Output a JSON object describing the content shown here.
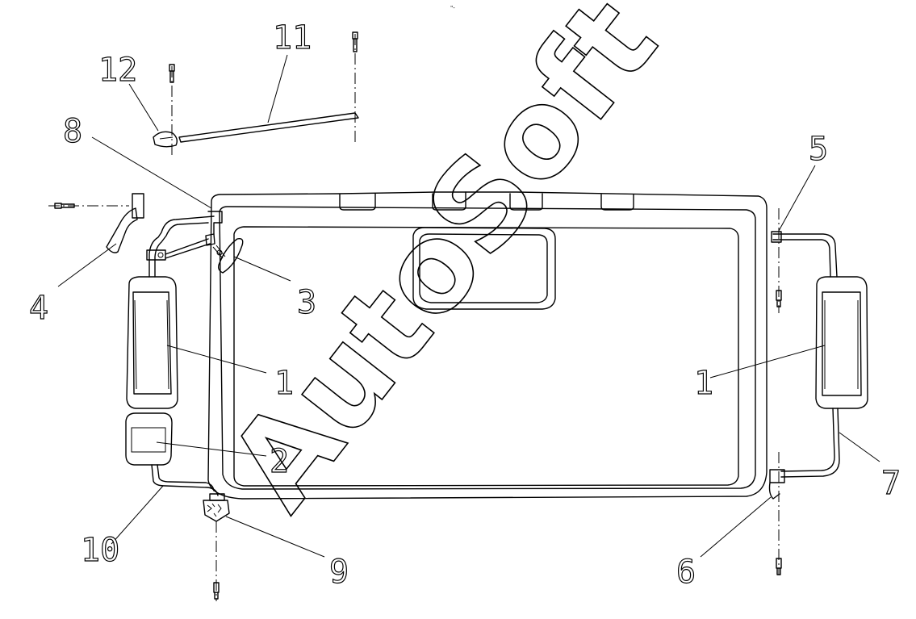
{
  "watermark": "AutoSoft",
  "corner_mark": "\"-",
  "callouts": [
    {
      "id": "c1a",
      "label": "1"
    },
    {
      "id": "c1b",
      "label": "1"
    },
    {
      "id": "c2",
      "label": "2"
    },
    {
      "id": "c3",
      "label": "3"
    },
    {
      "id": "c4",
      "label": "4"
    },
    {
      "id": "c5",
      "label": "5"
    },
    {
      "id": "c6",
      "label": "6"
    },
    {
      "id": "c7",
      "label": "7"
    },
    {
      "id": "c8",
      "label": "8"
    },
    {
      "id": "c9",
      "label": "9"
    },
    {
      "id": "c10",
      "label": "10"
    },
    {
      "id": "c11",
      "label": "11"
    },
    {
      "id": "c12",
      "label": "12"
    }
  ]
}
